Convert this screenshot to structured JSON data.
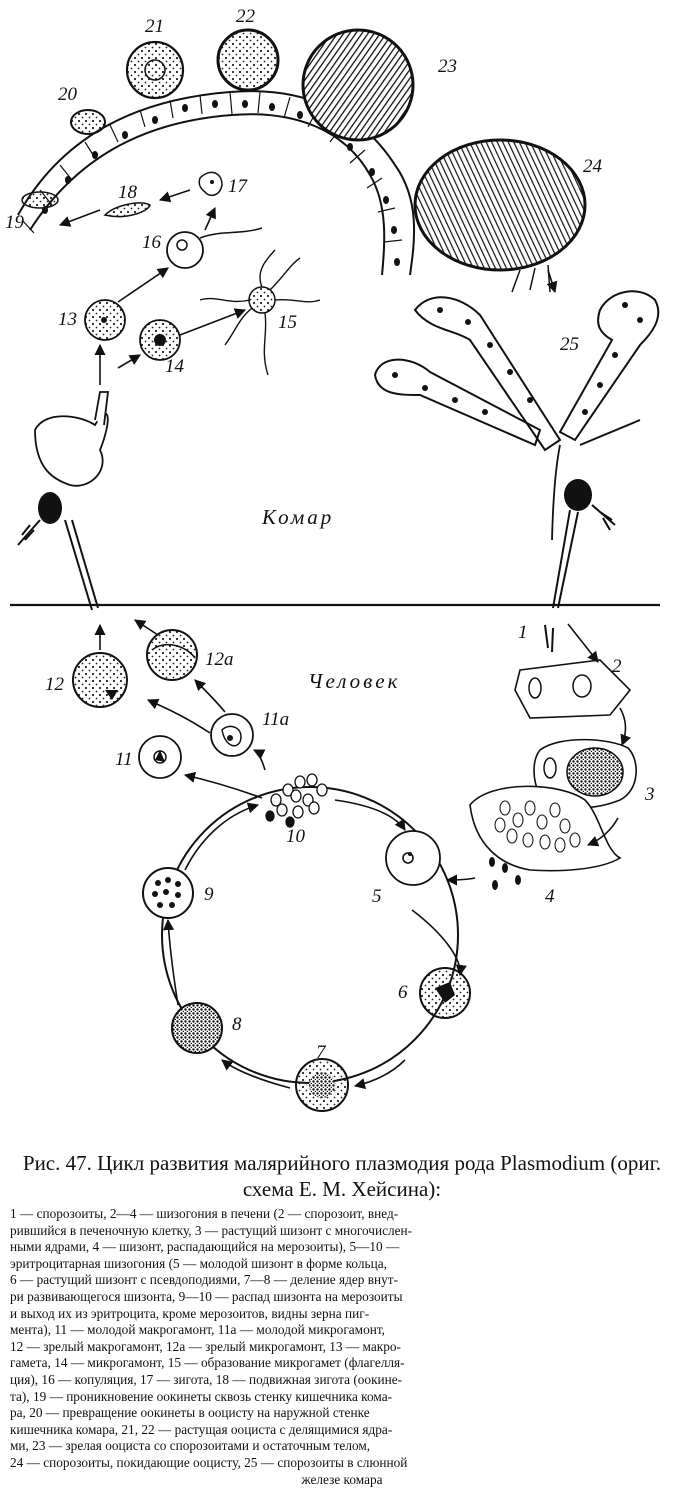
{
  "figure": {
    "regions": {
      "mosquito": "Комар",
      "human": "Человек"
    },
    "stage_labels": [
      "1",
      "2",
      "3",
      "4",
      "5",
      "6",
      "7",
      "8",
      "9",
      "10",
      "11",
      "11а",
      "12",
      "12а",
      "13",
      "14",
      "15",
      "16",
      "17",
      "18",
      "19",
      "20",
      "21",
      "22",
      "23",
      "24",
      "25"
    ]
  },
  "caption": {
    "title": "Рис. 47. Цикл развития малярийного плазмодия рода Plasmodium (ориг. схема Е. М. Хейсина):",
    "lines": [
      "1 — спорозоиты, 2—4 — шизогония в печени (2 — спорозоит, внед-",
      "рившийся в печеночную клетку, 3 — растущий шизонт с многочислен-",
      "ными ядрами, 4 — шизонт, распадающийся на мерозоиты), 5—10 —",
      "эритроцитарная шизогония (5 — молодой шизонт в форме кольца,",
      "6 — растущий шизонт с псевдоподиями, 7—8 — деление ядер внут-",
      "ри развивающегося шизонта, 9—10 — распад шизонта на мерозоиты",
      "и выход их из эритроцита, кроме мерозоитов, видны зерна пиг-",
      "мента), 11 — молодой макрогамонт, 11а — молодой микрогамонт,",
      "12 — зрелый макрогамонт, 12а — зрелый микрогамонт, 13 — макро-",
      "гамета, 14 — микрогамонт, 15 — образование микрогамет (флагелля-",
      "ция), 16 — копуляция, 17 — зигота, 18 — подвижная зигота (оокине-",
      "та), 19 — проникновение оокинеты сквозь стенку кишечника кома-",
      "ра, 20 — превращение оокинеты в ооцисту на наружной стенке",
      "кишечника комара, 21, 22 — растущая ооциста с делящимися ядра-",
      "ми, 23 — зрелая ооциста со спорозоитами и остаточным телом,",
      "24 — спорозоиты, покидающие ооцисту, 25 — спорозоиты в слюнной",
      "железе комара"
    ]
  }
}
